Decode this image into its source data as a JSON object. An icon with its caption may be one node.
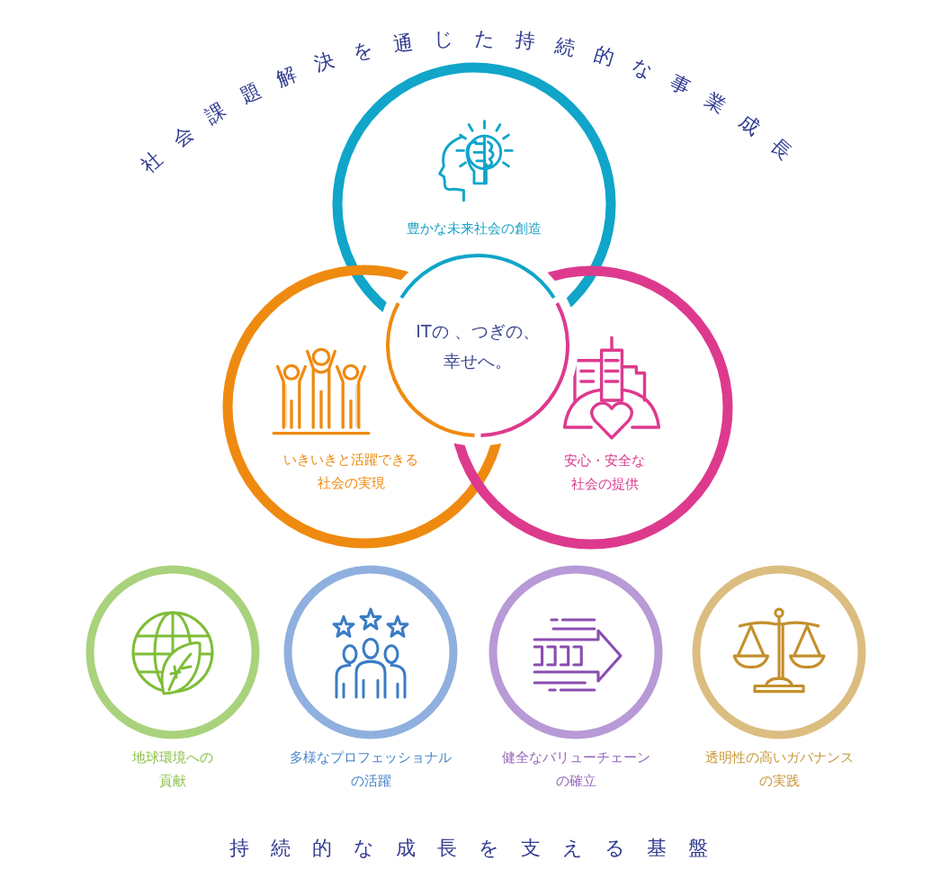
{
  "diagram": {
    "title": "社会課題解決を通じた持続的な事業成長",
    "caption": "持続的な成長を支える基盤",
    "nodes": [
      {
        "text": [
          "豊かな未来社会の創造"
        ]
      },
      {
        "text": [
          "ITの 、つぎの、幸せへ。"
        ]
      },
      {
        "text": [
          "いきいきと活躍できる社会の実現"
        ]
      },
      {
        "text": [
          "安心・安全な社会の提供"
        ]
      },
      {
        "text": [
          "地球環境への貢献"
        ]
      },
      {
        "text": [
          "多様なプロフェッショナルの活躍"
        ]
      },
      {
        "text": [
          "健全なバリューチェーンの確立"
        ]
      },
      {
        "text": [
          "透明性の高いガバナンスの実践"
        ]
      }
    ]
  }
}
